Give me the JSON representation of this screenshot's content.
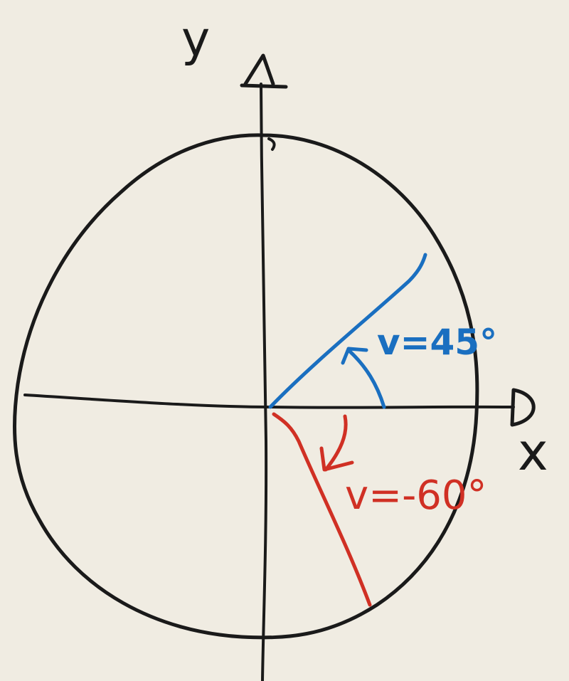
{
  "diagram": {
    "axis_labels": {
      "y": "y",
      "x": "x"
    },
    "angles": [
      {
        "label": "v=45°",
        "degrees": 45
      },
      {
        "label": "v=-60°",
        "degrees": -60
      }
    ],
    "colors": {
      "background": "#f0ece2",
      "ink": "#1a1a1a",
      "positive_angle": "#1a6fc0",
      "negative_angle": "#d03024"
    }
  }
}
